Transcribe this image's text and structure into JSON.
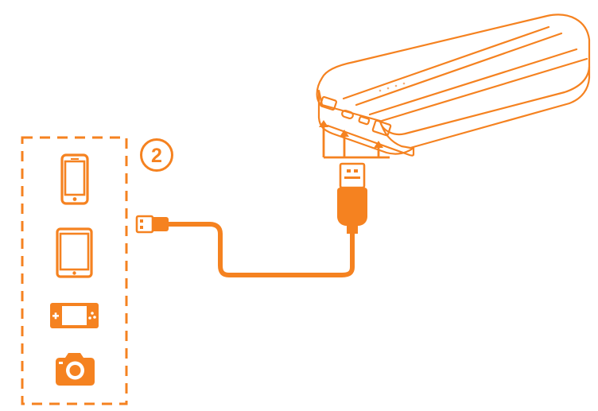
{
  "diagram": {
    "step_number": "2",
    "accent_color": "#F58220",
    "background_color": "#FFFFFF",
    "power_bank": {
      "icon": "power-bank-icon",
      "ports": [
        "usb-a",
        "usb-c",
        "micro-usb",
        "usb-a"
      ],
      "indicator_leds": 4
    },
    "cable": {
      "icon": "usb-cable-icon",
      "connectors": [
        "usb-a-connector",
        "micro-usb-connector"
      ]
    },
    "devices": [
      {
        "icon": "smartphone-icon"
      },
      {
        "icon": "tablet-icon"
      },
      {
        "icon": "handheld-game-console-icon"
      },
      {
        "icon": "camera-icon"
      }
    ]
  }
}
